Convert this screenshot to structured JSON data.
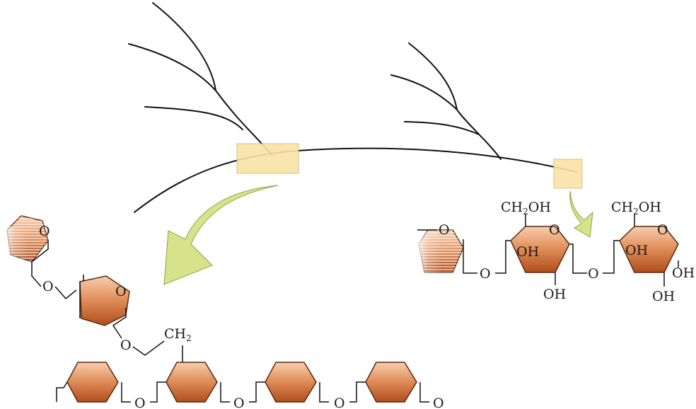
{
  "labels": {
    "oxygen": "O",
    "ch2oh": "CH",
    "ch2oh_sub": "2",
    "ch2oh_tail": "OH",
    "hydroxyl": "OH",
    "ch2": "CH",
    "ch2_sub": "2"
  },
  "colors": {
    "ring_top": "#f7d1b0",
    "ring_mid": "#e3915e",
    "ring_bottom": "#b5531e",
    "callout": "#fbe3a6",
    "arrow": "#d6e38a",
    "line": "#111111"
  }
}
